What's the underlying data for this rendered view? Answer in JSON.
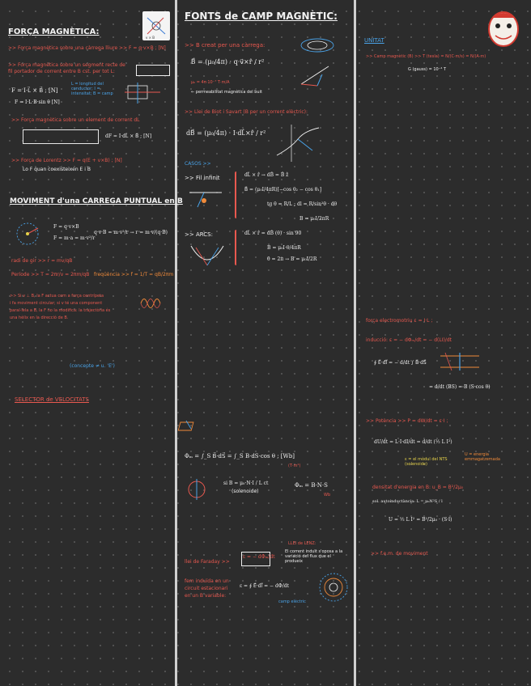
{
  "col1": {
    "title_force": "FORÇA MAGNÈTICA:",
    "force_charge": ">> Força magnètica sobre una càrrega lliure >> F = q·v×B ; [N]",
    "force_segment_a": ">> Força magnètica sobre un segment recte de",
    "force_segment_b": "fil portador de corrent entre B cst. per tot L:",
    "f_formula": "F = I·L⃗ × B⃗ ; [N]",
    "f_mag": "F = I·L·B·sin θ [N]",
    "f_notes": "L = longitud del conductor; I = intensitat; B = camp",
    "force_field_a": ">> Força magnètica sobre un element de corrent dL",
    "dF": "dF = I·dL⃗ × B⃗ ; [N]",
    "lorentz_a": ">> Força de Lorentz >> F = q(E + v×B) ; [N]",
    "lorentz_b": "Lo F quan coexisteixen E i B",
    "title_moviment": "MOVIMENT d'una CARREGA PUNTUAL en B",
    "mov_eq1": "F = q·v×B",
    "mov_eq2": "F = m·a = m·v²/r",
    "mov_result": "q·v·B = m·v²/r → r = m·v/(q·B)",
    "radius": "radi de gir >> r = mv/qB",
    "period": "Període >> T = 2πr/v = 2πm/qB",
    "frequency": "freqüència >> f = 1/T = qB/2πm",
    "note_a": ">> Si v ⊥ B, la F actua com a força centrípeta",
    "note_b": "i fa moviment circular; si v té una component",
    "note_c": "paral·lela a B, la F no la modifica: la trajectòria és",
    "note_d": "una hèlix en la direcció de B.",
    "bottom_note": "(concepte ≠ u. 'E')",
    "selector": "SELECTOR de VELOCITATS"
  },
  "col2": {
    "title": "FONTS de CAMP MAGNÈTIC:",
    "b_charge": ">> B creat per una càrrega:",
    "b_formula": "B⃗ = (μ₀/4π) · q·v⃗×r̂ / r²",
    "mu0": "μ₀ = 4π·10⁻⁷ T·m/A",
    "mu0_note": "← permeabilitat magnètica del buit",
    "biot": ">> Llei de Biot i Savart (B per un corrent elèctric):",
    "dB": "dB⃗ = (μ₀/4π) · I·dL⃗×r̂ / r²",
    "cases": "CASOS >>",
    "infinite": ">> Fil infinit",
    "inf_a": "dL⃗ × r̂ → dB̂ = B̂ ẑ",
    "inf_b": "B⃗ = (μ₀I/4πR)[−cos θ₂ − cos θ₁]",
    "inf_c": "tg θ = R/L ; dl = R/sin²θ · dθ",
    "inf_d": "B = μ₀I/2πR",
    "arcs": ">> ARCS:",
    "arc_a": "dL⃗ × r̂ = dB̂ (θ) · sin 90",
    "arc_b": "B = μ₀I·θ/4πR",
    "arc_c": "θ = 2π → B = μ₀I/2R",
    "flux": "Φₘ = ∫_S B⃗·dS⃗ = ∫_S B·dS·cos θ ; [Wb]",
    "flux_unit": "(T·m²)",
    "solenoid": "Φₘ = B·N·S",
    "solenoid_note": "(solenoide)",
    "solenoid_when": "si B = μ₀·N·I / L ct",
    "faraday": "llei de Faraday >>",
    "eps": "ε = − dΦₘ/dt",
    "lenz_title": "LLEI de LENZ:",
    "lenz_text": "El corrent induït s'oposa a la variació del flux que el produeix",
    "fem_a": "fem induïda en un",
    "fem_b": "circuit estacionari",
    "fem_c": "en un B variable:",
    "fem_eq": "ε = ∮ E⃗·dl⃗ = − dΦ/dt",
    "camp_elec": "camp elèctric",
    "wb": "Wb"
  },
  "col3": {
    "title": "UNITAT",
    "camp_mag": ">> Camp magnètic (B) >> T (tesla) = N/(C·m/s) = N/(A·m)",
    "gauss": "G (gauss) = 10⁻⁴ T",
    "fem": "força electromotriu ε = I·L ;",
    "induccio": "inducció: ε = − dΦₘ/dt = − d(LI)/dt",
    "loop": "∮ E⃗·dl⃗ = − d/dt ∫ B⃗·dS⃗",
    "loop_b": "= d/dt (BS) = B (S·cos θ)",
    "potencia": ">> Potència >> P = dW/dt = ε·I ;",
    "energy": "dU/dt = L·I·dI/dt = d/dt (½ L I²)",
    "energy_note1": "ε = el mòdul del NTS (solenoide)",
    "energy_note2": "U = energia emmagatzemada",
    "density": "densitat d'energia en B: u_B = B²/2μ₀",
    "density_b": "sol. autoinductància: L = μ₀N²S / l",
    "density_c": "U = ½ L I² = B²/2μ₀ · (S·l)",
    "fem_mov": ">> f.e.m. de moviment"
  }
}
